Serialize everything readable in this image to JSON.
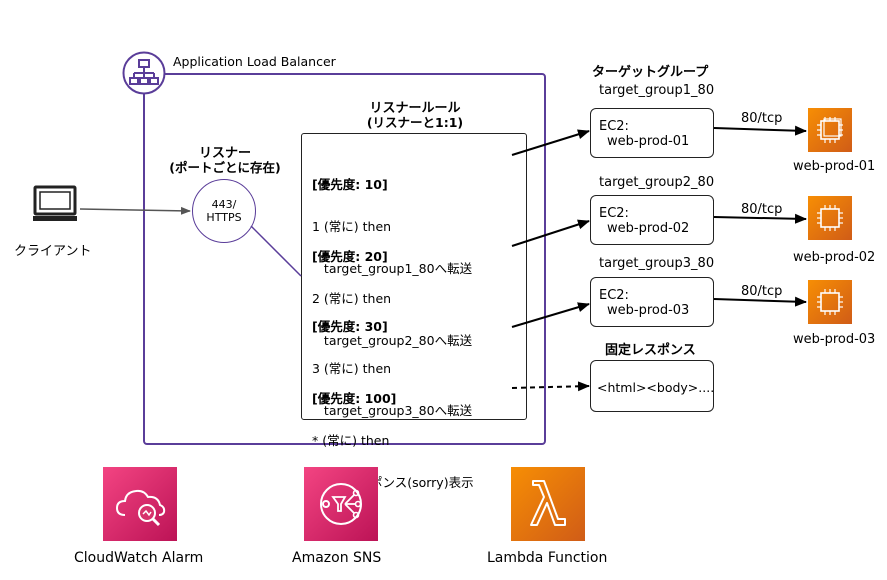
{
  "alb": {
    "title": "Application Load Balancer"
  },
  "client": {
    "label": "クライアント"
  },
  "listener": {
    "heading": "リスナー",
    "subheading": "(ポートごとに存在)",
    "port": "443/",
    "protocol": "HTTPS"
  },
  "rules": {
    "heading": "リスナールール",
    "subheading": "(リスナーと1:1)",
    "items": [
      {
        "priority": "[優先度: 10]",
        "condition": "1 (常に) then",
        "action": "   target_group1_80へ転送"
      },
      {
        "priority": "[優先度: 20]",
        "condition": "2 (常に) then",
        "action": "   target_group2_80へ転送"
      },
      {
        "priority": "[優先度: 30]",
        "condition": "3 (常に) then",
        "action": "   target_group3_80へ転送"
      },
      {
        "priority": "[優先度: 100]",
        "condition": "* (常に) then",
        "action": "  固定レスポンス(sorry)表示"
      }
    ]
  },
  "target_groups": {
    "heading": "ターゲットグループ",
    "items": [
      {
        "name": "target_group1_80",
        "line1": "EC2:",
        "line2": "web-prod-01",
        "port": "80/tcp",
        "instance": "web-prod-01"
      },
      {
        "name": "target_group2_80",
        "line1": "EC2:",
        "line2": "web-prod-02",
        "port": "80/tcp",
        "instance": "web-prod-02"
      },
      {
        "name": "target_group3_80",
        "line1": "EC2:",
        "line2": "web-prod-03",
        "port": "80/tcp",
        "instance": "web-prod-03"
      }
    ]
  },
  "fixed_response": {
    "heading": "固定レスポンス",
    "body": "<html><body>...."
  },
  "services": [
    {
      "label": "CloudWatch Alarm",
      "color": "#d6336c",
      "icon": "cloudwatch-alarm-icon"
    },
    {
      "label": "Amazon SNS",
      "color": "#d6336c",
      "icon": "sns-icon"
    },
    {
      "label": "Lambda Function",
      "color": "#e8700f",
      "icon": "lambda-icon"
    }
  ],
  "colors": {
    "alb_purple": "#5a3d99",
    "ec2_orange": "#ea7a0c",
    "pink": "#d6336c"
  }
}
